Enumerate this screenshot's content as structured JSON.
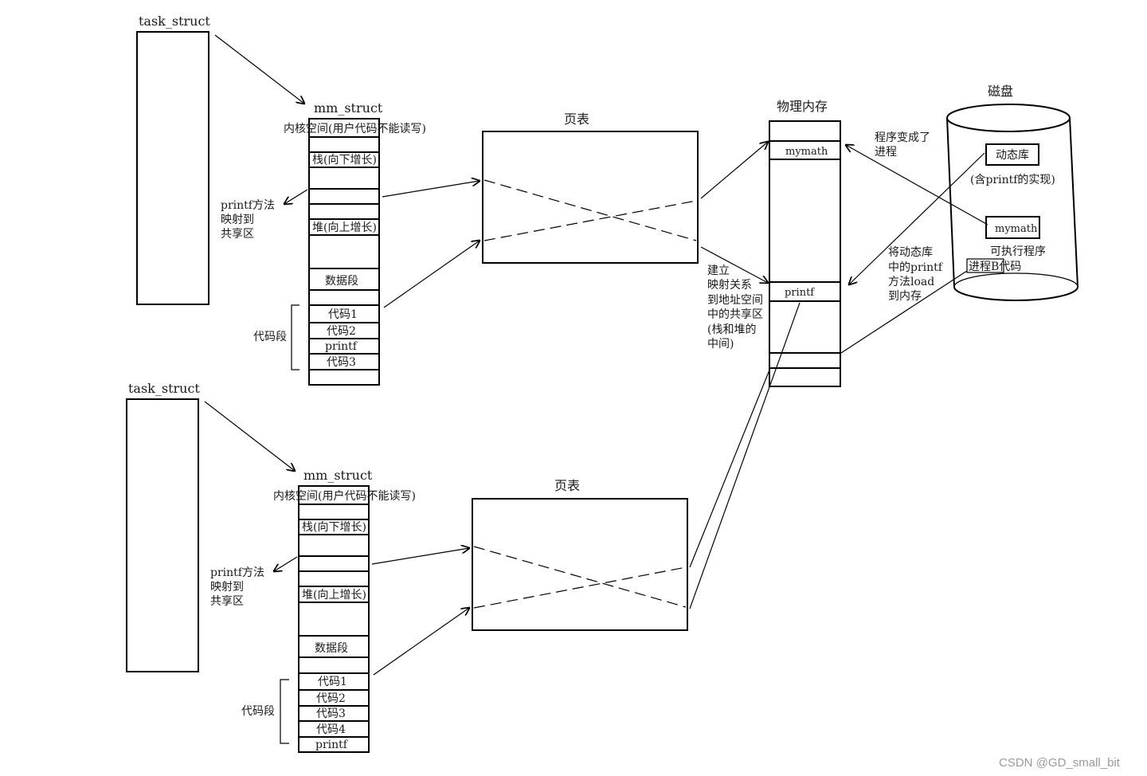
{
  "process_a": {
    "task_label": "task_struct",
    "mm_label": "mm_struct",
    "kernel_label": "内核空间(用户代码不能读写)",
    "stack_label": "栈(向下增长)",
    "heap_label": "堆(向上增长)",
    "data_label": "数据段",
    "code_rows": [
      "代码1",
      "代码2",
      "printf",
      "代码3"
    ],
    "code_segment_label": "代码段",
    "shared_note": [
      "printf方法",
      "映射到",
      "共享区"
    ],
    "page_table_label": "页表"
  },
  "process_b": {
    "task_label": "task_struct",
    "mm_label": "mm_struct",
    "kernel_label": "内核空间(用户代码不能读写)",
    "stack_label": "栈(向下增长)",
    "heap_label": "堆(向上增长)",
    "data_label": "数据段",
    "code_rows": [
      "代码1",
      "代码2",
      "代码3",
      "代码4",
      "printf"
    ],
    "code_segment_label": "代码段",
    "shared_note": [
      "printf方法",
      "映射到",
      "共享区"
    ],
    "page_table_label": "页表"
  },
  "physical_memory": {
    "title": "物理内存",
    "mymath_label": "mymath",
    "printf_label": "printf",
    "mapping_note": [
      "建立",
      "映射关系",
      "到地址空间",
      "中的共享区",
      "(栈和堆的",
      "中间)"
    ]
  },
  "disk": {
    "title": "磁盘",
    "dynlib_label": "动态库",
    "dynlib_note": "(含printf的实现)",
    "mymath_label": "mymath",
    "exec_note": "可执行程序",
    "procb_note": "进程B代码"
  },
  "arrows": {
    "to_process_note": [
      "程序变成了",
      "进程"
    ],
    "load_note": [
      "将动态库",
      "中的printf",
      "方法load",
      "到内存"
    ]
  },
  "watermark": "CSDN @GD_small_bit"
}
